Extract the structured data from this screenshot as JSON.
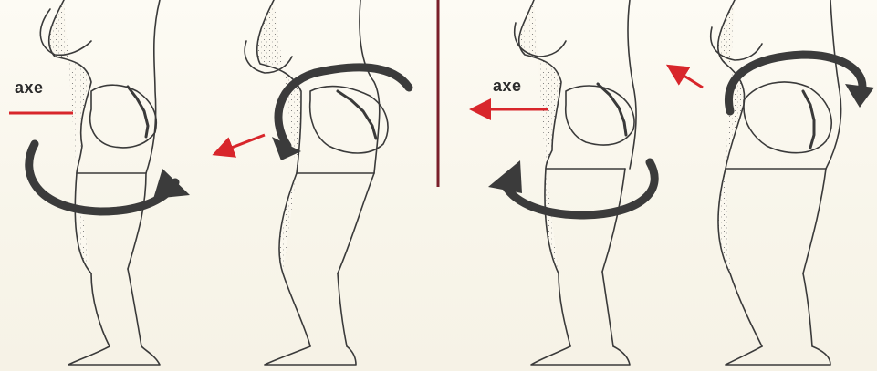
{
  "diagram": {
    "panels": [
      {
        "id": "left",
        "axis_label": "axe"
      },
      {
        "id": "right",
        "axis_label": "axe"
      }
    ],
    "colors": {
      "background": "#fbf8ef",
      "line_art": "#3a3a3a",
      "rotation_arrow": "#3b3b3b",
      "direction_arrow": "#d8262b",
      "divider": "#7a1f2a"
    },
    "icons": [
      "rotation-arrow-icon",
      "direction-arrow-icon"
    ]
  }
}
